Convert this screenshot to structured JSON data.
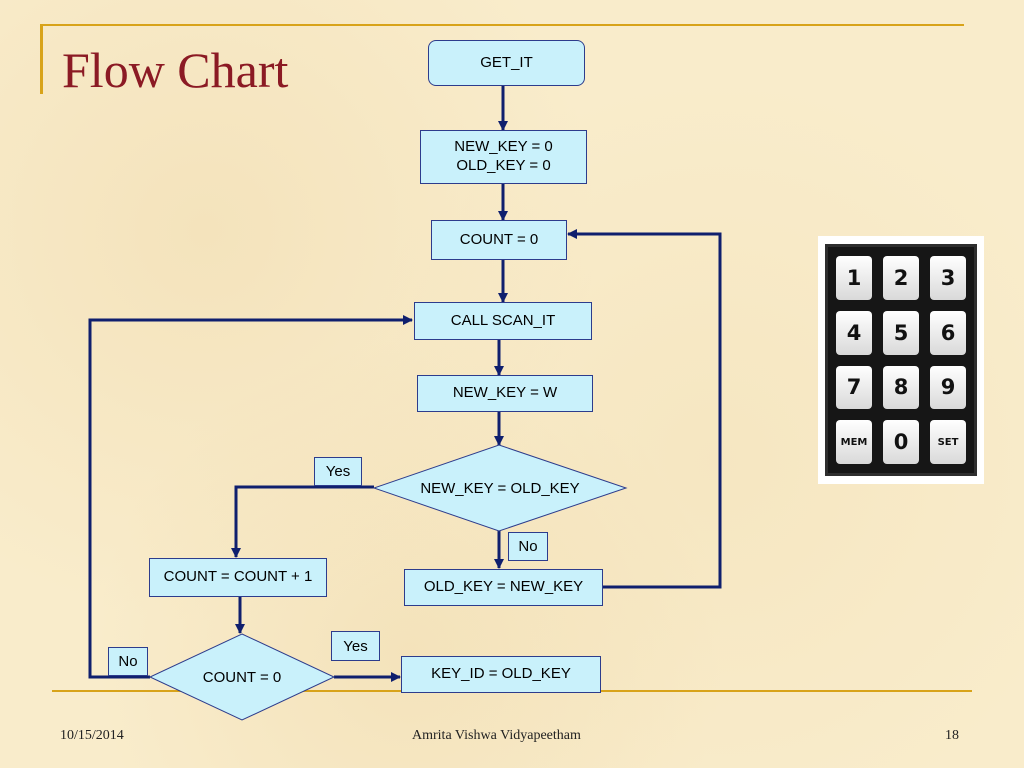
{
  "slide": {
    "title": "Flow Chart"
  },
  "flowchart": {
    "nodes": {
      "get_it": "GET_IT",
      "init_line1": "NEW_KEY = 0",
      "init_line2": "OLD_KEY = 0",
      "count_zero": "COUNT = 0",
      "call_scan": "CALL SCAN_IT",
      "new_key_w": "NEW_KEY = W",
      "compare_keys": "NEW_KEY = OLD_KEY",
      "count_inc": "COUNT = COUNT + 1",
      "old_key_new": "OLD_KEY = NEW_KEY",
      "count_check": "COUNT = 0",
      "key_id": "KEY_ID = OLD_KEY"
    },
    "labels": {
      "compare_yes": "Yes",
      "compare_no": "No",
      "count_yes": "Yes",
      "count_no": "No"
    }
  },
  "keypad": {
    "keys": [
      "1",
      "2",
      "3",
      "4",
      "5",
      "6",
      "7",
      "8",
      "9",
      "MEM",
      "0",
      "SET"
    ]
  },
  "footer": {
    "date": "10/15/2014",
    "institution": "Amrita Vishwa Vidyapeetham",
    "page": "18"
  }
}
